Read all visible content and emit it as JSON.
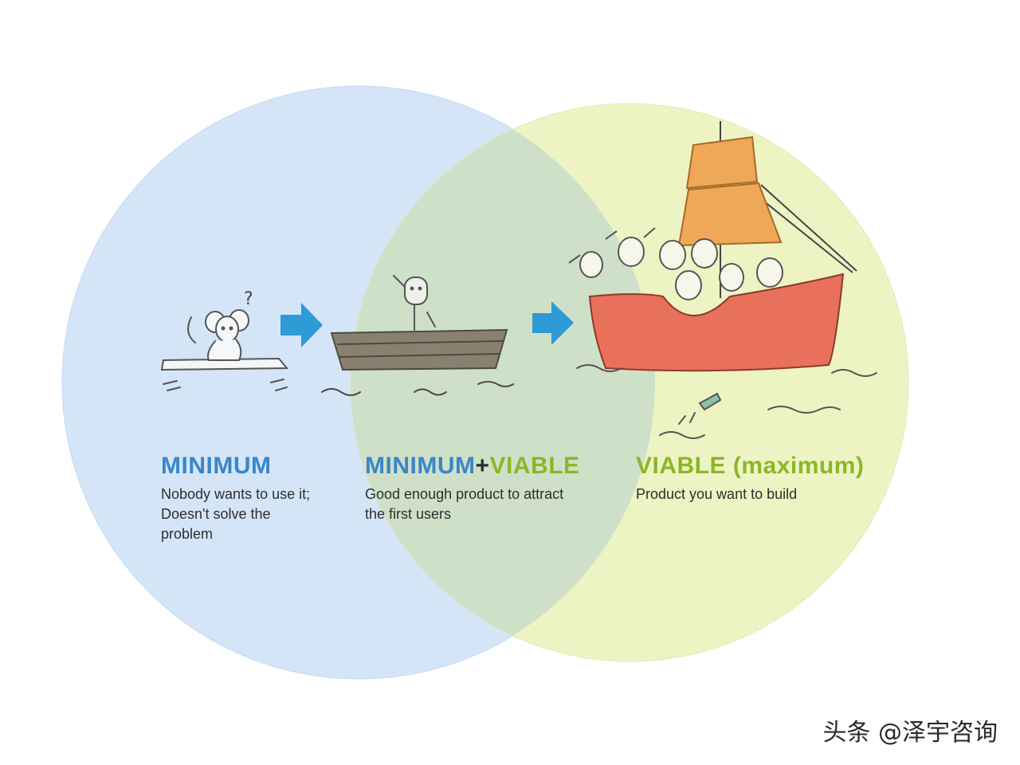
{
  "colors": {
    "left_circle": "#d4e5f8",
    "right_circle": "#eef3c4",
    "overlap": "#cfe0c9",
    "accent_blue": "#3a86c8",
    "accent_green": "#8cb627",
    "arrow": "#2e9ad6",
    "sail": "#eea857",
    "ship_hull": "#e9705a",
    "rowboat": "#8a8070"
  },
  "sections": {
    "minimum": {
      "title": "MINIMUM",
      "description_lines": [
        "Nobody wants to use it;",
        "Doesn't solve the",
        "problem"
      ],
      "illustration": "mouse-on-raft"
    },
    "minimum_viable": {
      "title_part1": "MINIMUM",
      "plus": "+",
      "title_part2": "VIABLE",
      "description_lines": [
        "Good enough product to attract",
        "the first users"
      ],
      "illustration": "person-in-rowboat"
    },
    "viable": {
      "title": "VIABLE (maximum)",
      "description_lines": [
        "Product you want to build"
      ],
      "illustration": "crowded-sailing-ship"
    }
  },
  "mouse_question": "?",
  "watermark": "头条 @泽宇咨询"
}
